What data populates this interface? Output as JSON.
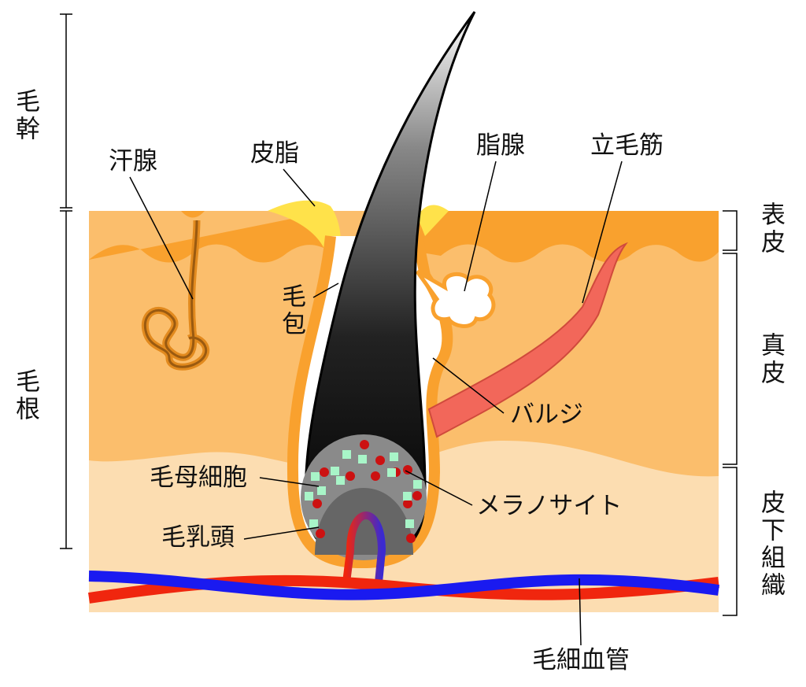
{
  "title": "Hair structure diagram",
  "labels": {
    "hair_shaft": "毛幹",
    "hair_root": "毛根",
    "sweat_gland": "汗腺",
    "sebum": "皮脂",
    "sebaceous_gland": "脂腺",
    "arrector_pili": "立毛筋",
    "epidermis": "表皮",
    "dermis": "真皮",
    "subcutis": "皮下組織",
    "follicle": "毛包",
    "bulge": "バルジ",
    "matrix_cells": "毛母細胞",
    "melanocyte": "メラノサイト",
    "dermal_papilla": "毛乳頭",
    "capillaries": "毛細血管"
  },
  "colors": {
    "epidermis": "#F9A12E",
    "dermis": "#FBBE6C",
    "subcutis": "#FCDDB1",
    "sebum": "#FFE24A",
    "vein": "#1A1AF0",
    "artery": "#F0260E",
    "muscle": "#F2675A"
  }
}
